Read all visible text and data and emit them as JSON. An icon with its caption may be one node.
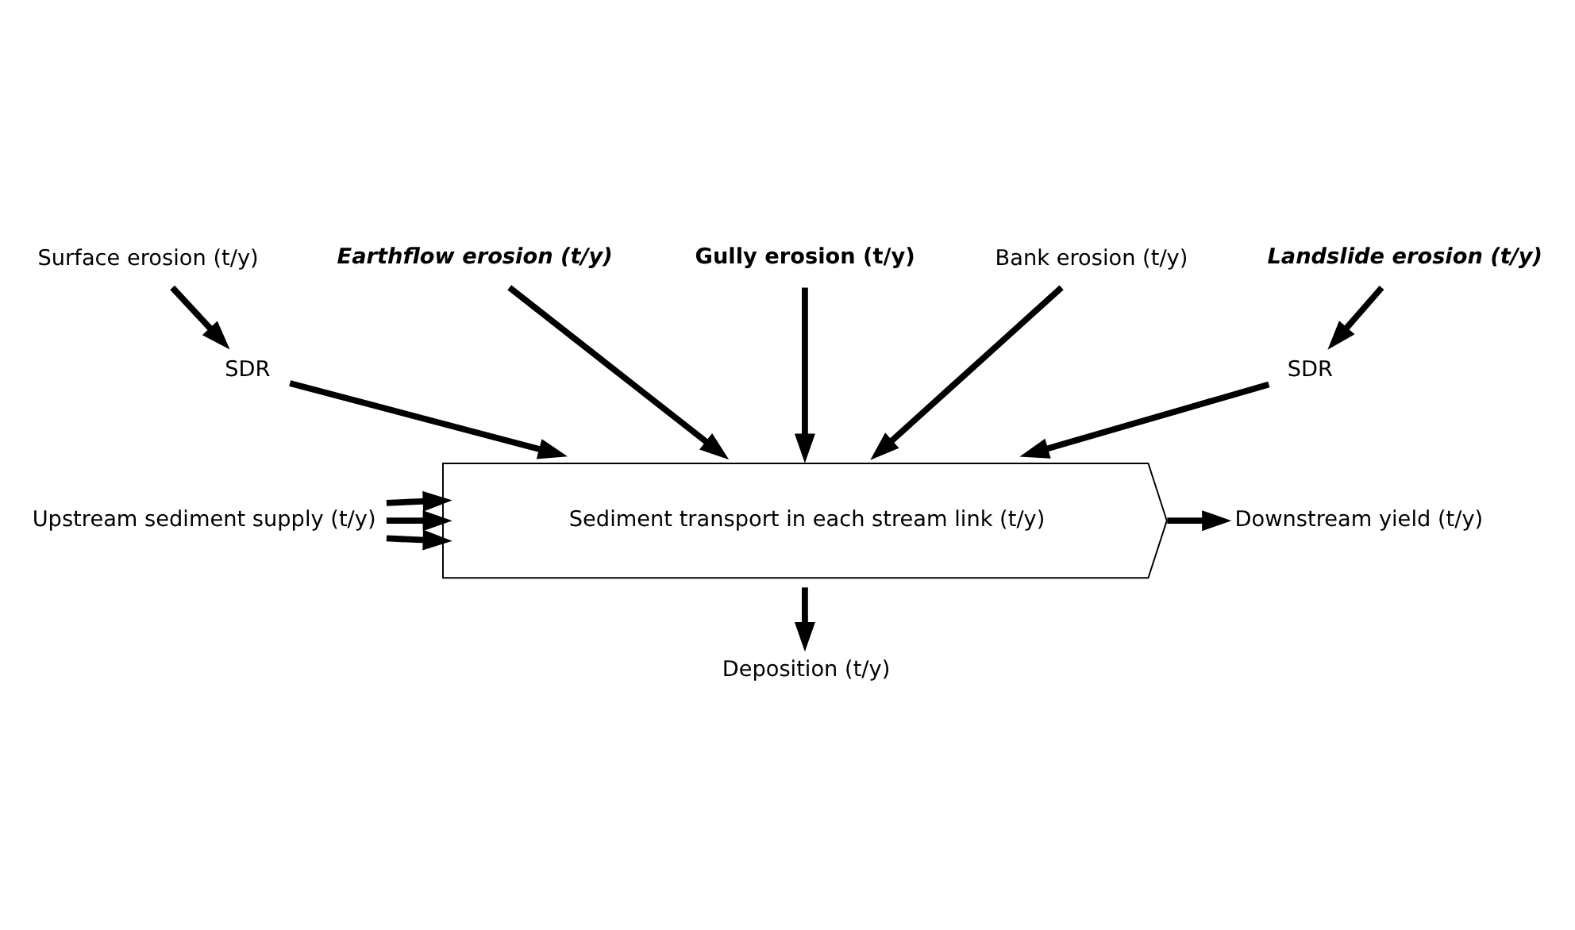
{
  "diagram": {
    "nodes": [
      {
        "text": [
          "Surface erosion (t/y)"
        ]
      },
      {
        "text": [
          "Landslide erosion (t/y)"
        ]
      },
      {
        "text": [
          "Earthflow erosion (t/y)"
        ]
      },
      {
        "text": [
          "Gully erosion (t/y)"
        ]
      },
      {
        "text": [
          "Bank erosion (t/y)"
        ]
      },
      {
        "text": [
          "SDR"
        ]
      },
      {
        "text": [
          "SDR"
        ]
      },
      {
        "text": [
          "Sediment transport in each stream link (t/y)"
        ]
      },
      {
        "text": [
          "Upstream sediment supply (t/y)"
        ]
      },
      {
        "text": [
          "Downstream yield (t/y)"
        ]
      },
      {
        "text": [
          "Deposition (t/y)"
        ]
      }
    ],
    "edges": [
      {
        "from": 0,
        "to": 5,
        "arrow": "to"
      },
      {
        "from": 5,
        "to": 7,
        "arrow": "to"
      },
      {
        "from": 1,
        "to": 6,
        "arrow": "to"
      },
      {
        "from": 6,
        "to": 7,
        "arrow": "to"
      },
      {
        "from": 2,
        "to": 7,
        "arrow": "to"
      },
      {
        "from": 3,
        "to": 7,
        "arrow": "to"
      },
      {
        "from": 4,
        "to": 7,
        "arrow": "to"
      },
      {
        "from": 8,
        "to": 7,
        "arrow": "to"
      },
      {
        "from": 8,
        "to": 7,
        "arrow": "to"
      },
      {
        "from": 8,
        "to": 7,
        "arrow": "to"
      },
      {
        "from": 7,
        "to": 9,
        "arrow": "to"
      },
      {
        "from": 7,
        "to": 10,
        "arrow": "to"
      }
    ]
  }
}
